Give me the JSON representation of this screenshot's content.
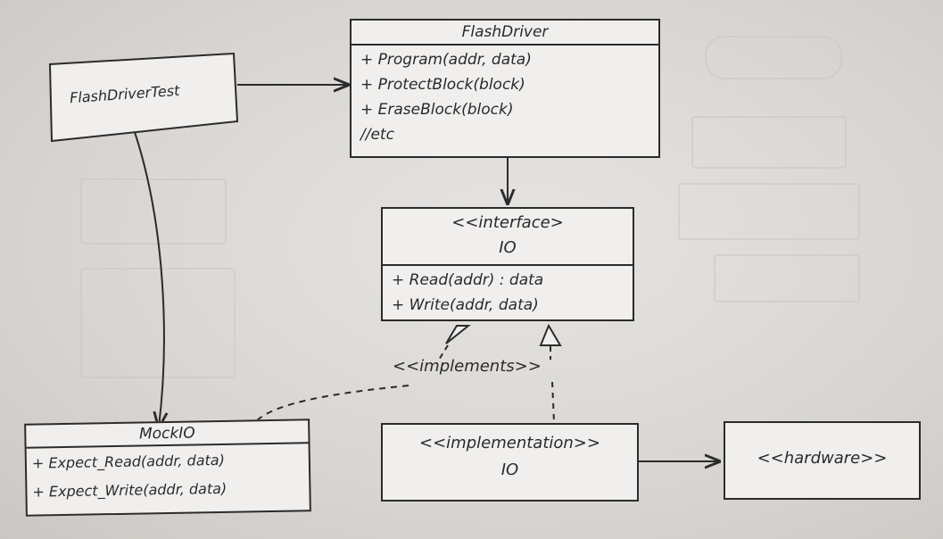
{
  "flash_driver_test": {
    "label": "FlashDriverTest"
  },
  "flash_driver": {
    "title": "FlashDriver",
    "members": [
      "+ Program(addr, data)",
      "+ ProtectBlock(block)",
      "+ EraseBlock(block)",
      "//etc"
    ]
  },
  "io_interface": {
    "stereotype": "<<interface>",
    "name": "IO",
    "members": [
      "+ Read(addr) : data",
      "+ Write(addr, data)"
    ]
  },
  "implements_label": "<<implements>>",
  "mock_io": {
    "title": "MockIO",
    "members": [
      "+ Expect_Read(addr, data)",
      "+ Expect_Write(addr, data)"
    ]
  },
  "io_implementation": {
    "stereotype": "<<implementation>>",
    "name": "IO"
  },
  "hardware": {
    "label": "<<hardware>>"
  },
  "colors": {
    "ink": "#2b2b2b",
    "paper": "#f1efed",
    "background": "#d9d6d3"
  }
}
